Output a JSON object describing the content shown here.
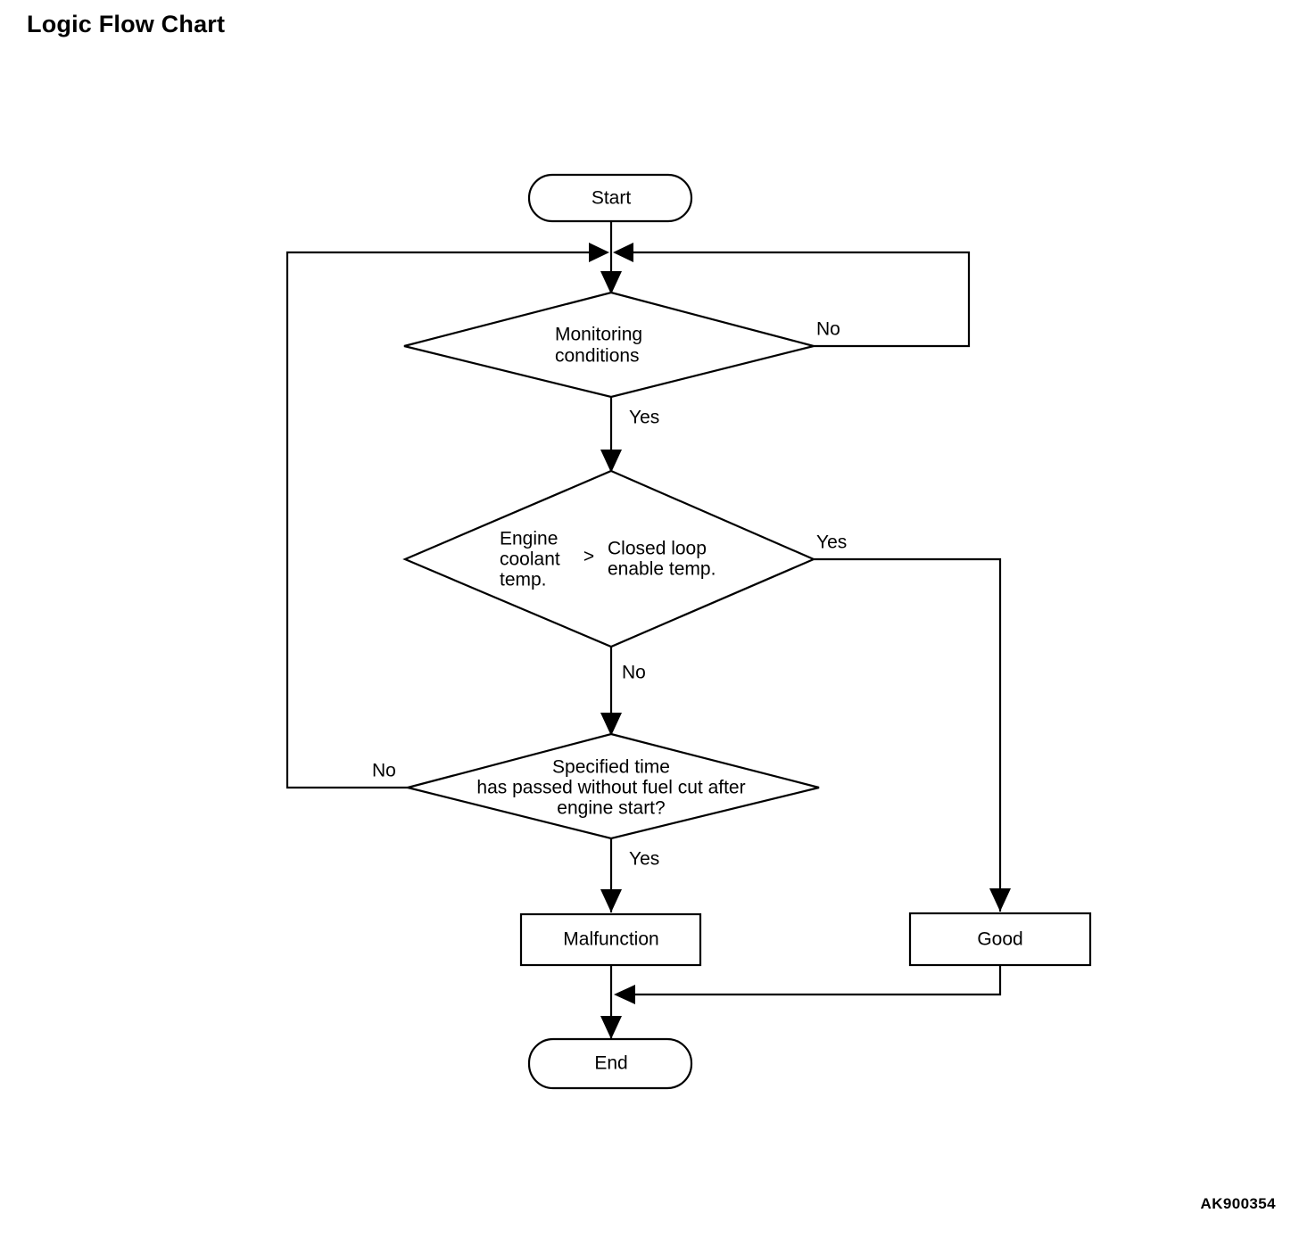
{
  "page": {
    "title": "Logic Flow Chart",
    "figure_code": "AK900354",
    "background_color": "#ffffff",
    "line_color": "#000000",
    "text_color": "#000000"
  },
  "chart_data": {
    "type": "diagram",
    "diagram_kind": "flowchart",
    "title": "Logic Flow Chart",
    "nodes": [
      {
        "id": "start",
        "shape": "stadium",
        "label": "Start"
      },
      {
        "id": "d1",
        "shape": "diamond",
        "label": "Monitoring conditions",
        "lines": [
          "Monitoring",
          "conditions"
        ]
      },
      {
        "id": "d2",
        "shape": "diamond",
        "label": "Engine coolant temp. > Closed loop enable temp.",
        "left_operand_lines": [
          "Engine",
          "coolant",
          "temp."
        ],
        "operator": ">",
        "right_operand_lines": [
          "Closed loop",
          "enable temp."
        ]
      },
      {
        "id": "d3",
        "shape": "diamond",
        "label": "Specified time has passed without fuel cut after engine start?",
        "lines": [
          "Specified time",
          "has passed without fuel cut after",
          "engine start?"
        ]
      },
      {
        "id": "malfunction",
        "shape": "rectangle",
        "label": "Malfunction"
      },
      {
        "id": "good",
        "shape": "rectangle",
        "label": "Good"
      },
      {
        "id": "end",
        "shape": "stadium",
        "label": "End"
      }
    ],
    "edges": [
      {
        "from": "start",
        "to": "d1",
        "label": ""
      },
      {
        "from": "d1",
        "to": "merge-top",
        "label": "No",
        "label_side": "right"
      },
      {
        "from": "d1",
        "to": "d2",
        "label": "Yes",
        "label_side": "below"
      },
      {
        "from": "d2",
        "to": "good",
        "label": "Yes",
        "label_side": "right"
      },
      {
        "from": "d2",
        "to": "d3",
        "label": "No",
        "label_side": "below"
      },
      {
        "from": "d3",
        "to": "merge-top",
        "label": "No",
        "label_side": "left"
      },
      {
        "from": "d3",
        "to": "malfunction",
        "label": "Yes",
        "label_side": "below"
      },
      {
        "from": "malfunction",
        "to": "end",
        "label": ""
      },
      {
        "from": "good",
        "to": "end",
        "label": ""
      }
    ],
    "edge_labels": {
      "d1_no": "No",
      "d1_yes": "Yes",
      "d2_yes": "Yes",
      "d2_no": "No",
      "d3_no": "No",
      "d3_yes": "Yes"
    }
  }
}
